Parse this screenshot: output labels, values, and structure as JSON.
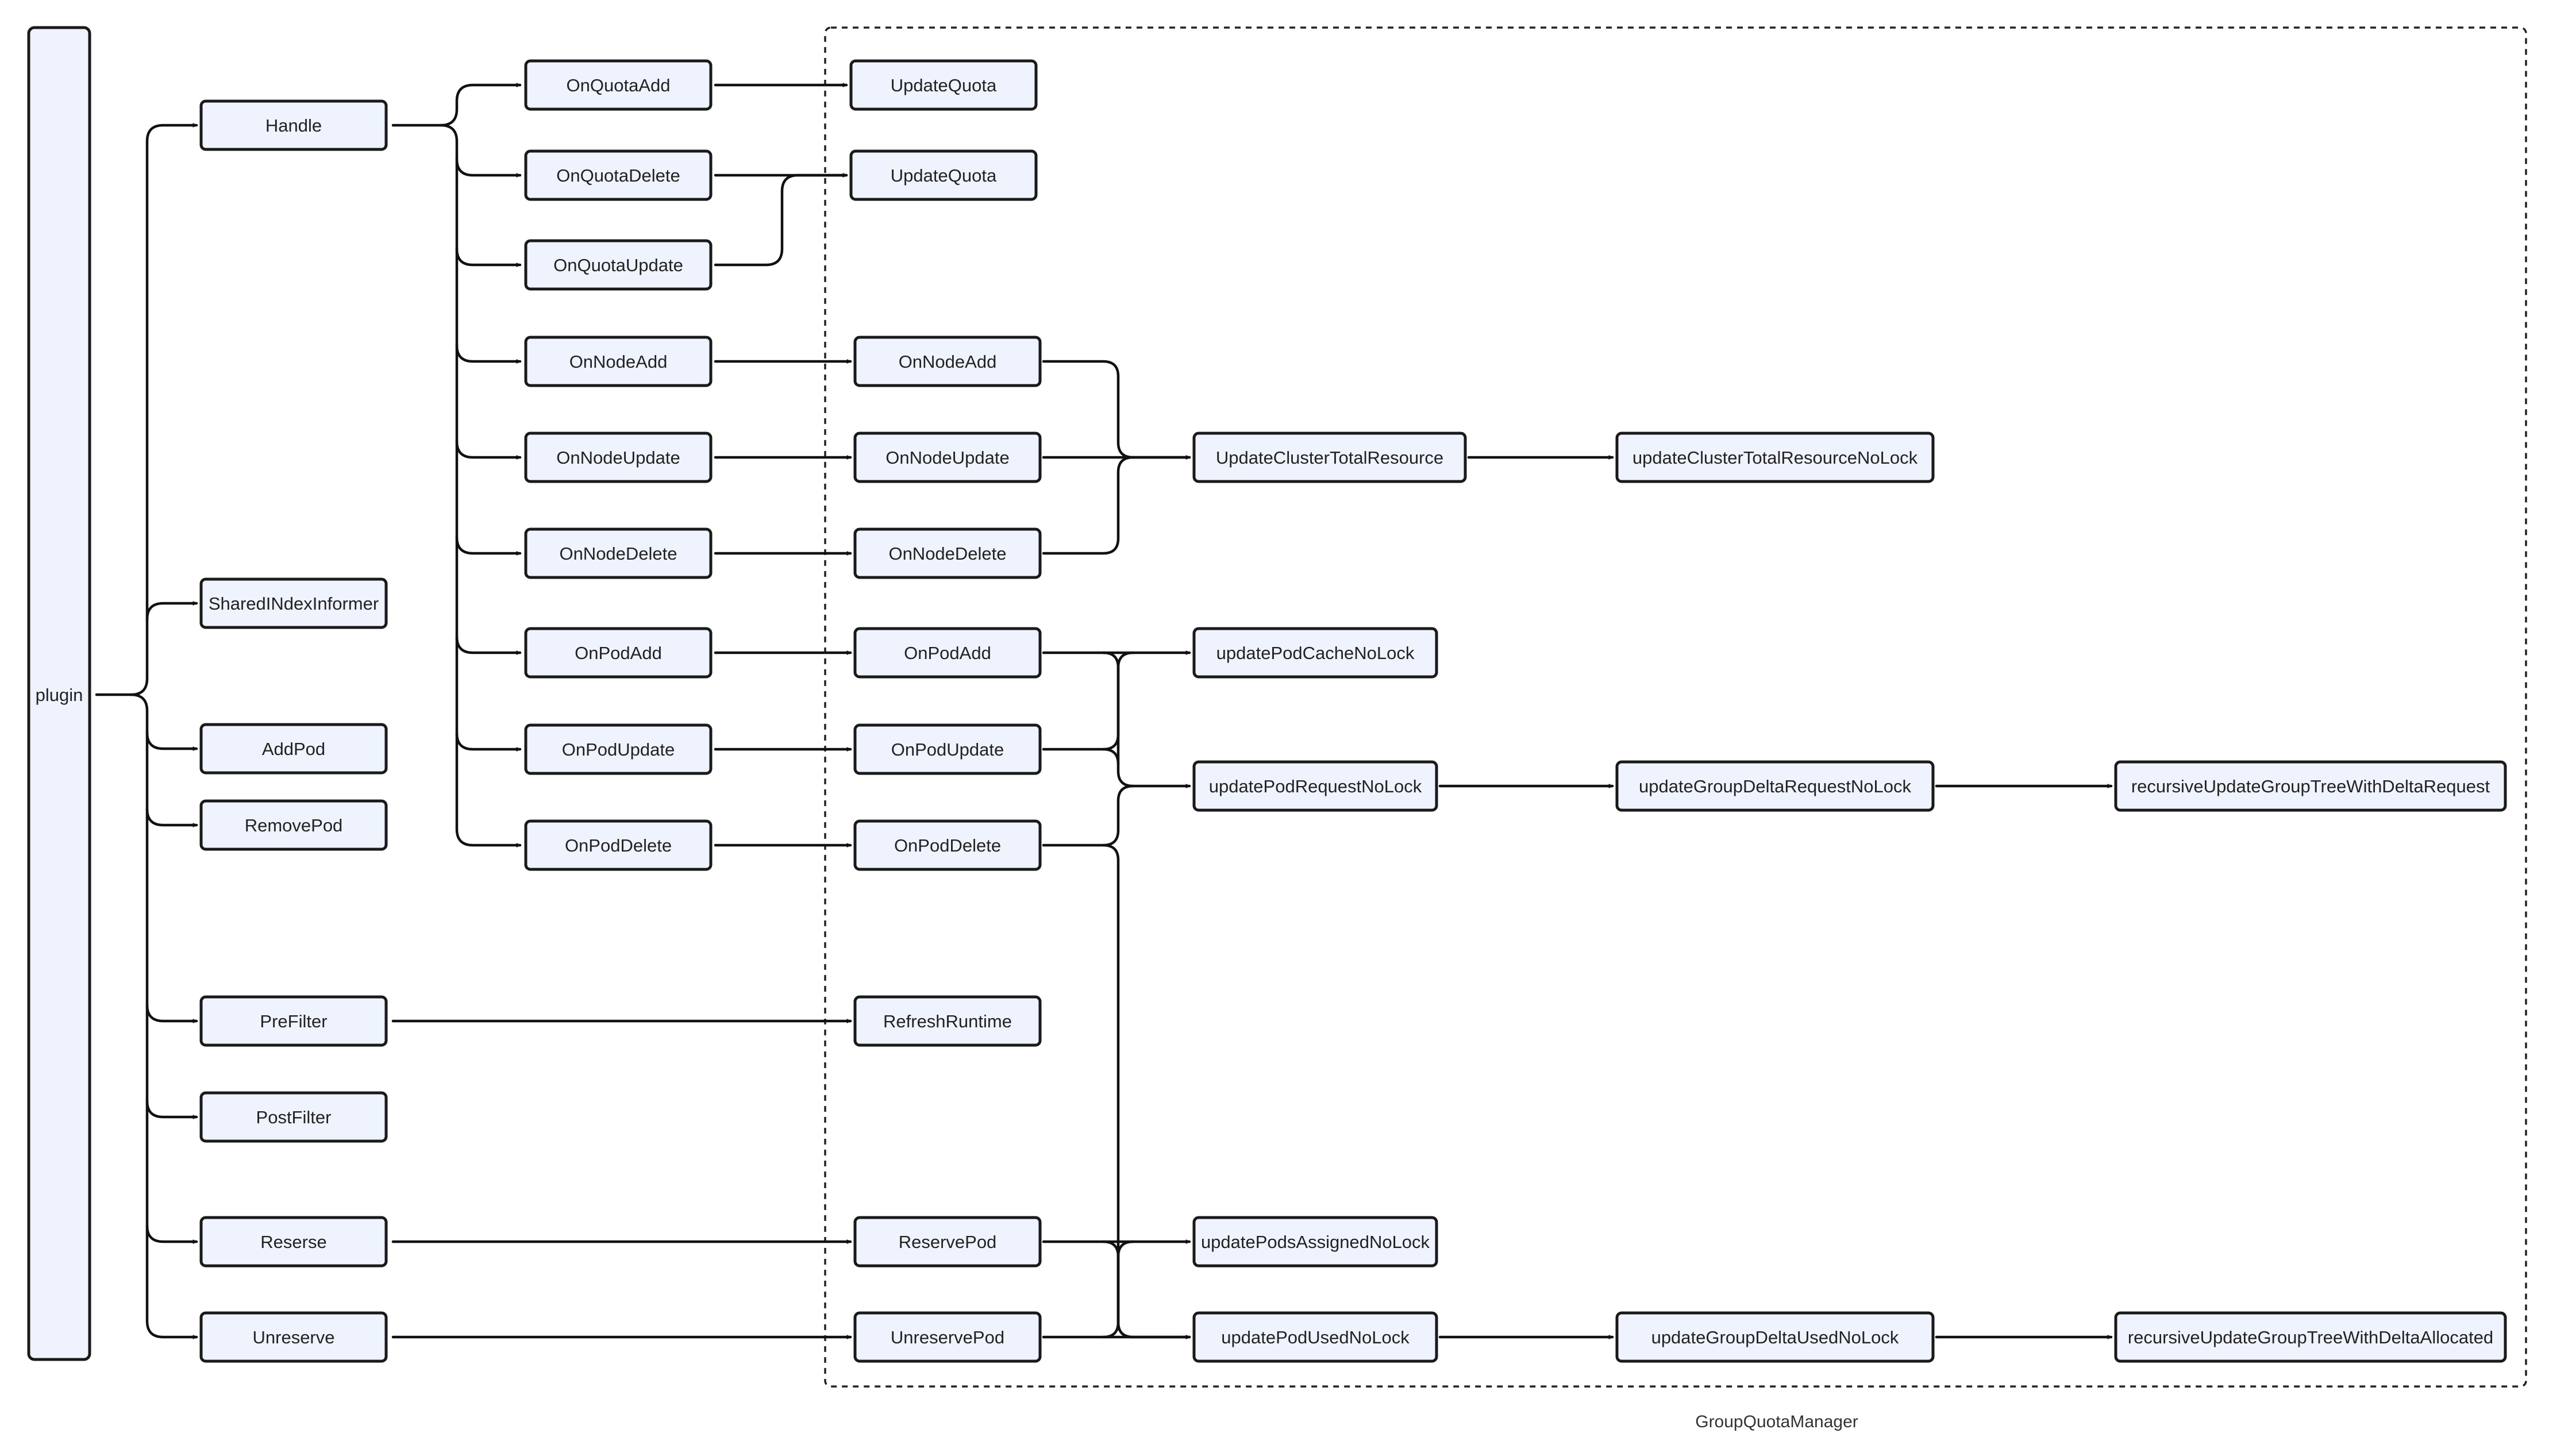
{
  "group": {
    "label": "GroupQuotaManager"
  },
  "nodes": {
    "plugin": "plugin",
    "handle": "Handle",
    "shared_informer": "SharedINdexInformer",
    "add_pod": "AddPod",
    "remove_pod": "RemovePod",
    "pre_filter": "PreFilter",
    "post_filter": "PostFilter",
    "reserse": "Reserse",
    "unreserve": "Unreserve",
    "on_quota_add": "OnQuotaAdd",
    "on_quota_delete": "OnQuotaDelete",
    "on_quota_update": "OnQuotaUpdate",
    "on_node_add": "OnNodeAdd",
    "on_node_update": "OnNodeUpdate",
    "on_node_delete": "OnNodeDelete",
    "on_pod_add": "OnPodAdd",
    "on_pod_update": "OnPodUpdate",
    "on_pod_delete": "OnPodDelete",
    "update_quota_1": "UpdateQuota",
    "update_quota_2": "UpdateQuota",
    "gqm_on_node_add": "OnNodeAdd",
    "gqm_on_node_update": "OnNodeUpdate",
    "gqm_on_node_delete": "OnNodeDelete",
    "gqm_on_pod_add": "OnPodAdd",
    "gqm_on_pod_update": "OnPodUpdate",
    "gqm_on_pod_delete": "OnPodDelete",
    "refresh_runtime": "RefreshRuntime",
    "reserve_pod": "ReservePod",
    "unreserve_pod": "UnreservePod",
    "update_cluster_total_resource": "UpdateClusterTotalResource",
    "update_cluster_total_resource_nolock": "updateClusterTotalResourceNoLock",
    "update_pod_cache_nolock": "updatePodCacheNoLock",
    "update_pod_request_nolock": "updatePodRequestNoLock",
    "update_group_delta_request_nolock": "updateGroupDeltaRequestNoLock",
    "recursive_update_delta_request": "recursiveUpdateGroupTreeWithDeltaRequest",
    "update_pods_assigned_nolock": "updatePodsAssignedNoLock",
    "update_pod_used_nolock": "updatePodUsedNoLock",
    "update_group_delta_used_nolock": "updateGroupDeltaUsedNoLock",
    "recursive_update_delta_allocated": "recursiveUpdateGroupTreeWithDeltaAllocated"
  },
  "colors": {
    "node_fill": "#eef3fd",
    "stroke": "#1a1a1a"
  }
}
